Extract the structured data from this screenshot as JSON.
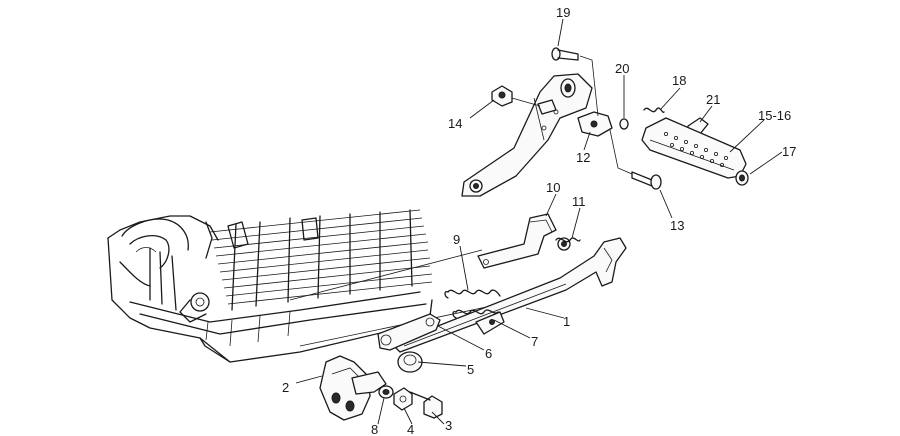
{
  "diagram": {
    "type": "exploded-parts-diagram",
    "callouts": [
      {
        "id": "1",
        "text": "1"
      },
      {
        "id": "2",
        "text": "2"
      },
      {
        "id": "3",
        "text": "3"
      },
      {
        "id": "4",
        "text": "4"
      },
      {
        "id": "5",
        "text": "5"
      },
      {
        "id": "6",
        "text": "6"
      },
      {
        "id": "7",
        "text": "7"
      },
      {
        "id": "8",
        "text": "8"
      },
      {
        "id": "9",
        "text": "9"
      },
      {
        "id": "10",
        "text": "10"
      },
      {
        "id": "11",
        "text": "11"
      },
      {
        "id": "12",
        "text": "12"
      },
      {
        "id": "13",
        "text": "13"
      },
      {
        "id": "14",
        "text": "14"
      },
      {
        "id": "15-16",
        "text": "15-16"
      },
      {
        "id": "17",
        "text": "17"
      },
      {
        "id": "18",
        "text": "18"
      },
      {
        "id": "19",
        "text": "19"
      },
      {
        "id": "20",
        "text": "20"
      },
      {
        "id": "21",
        "text": "21"
      }
    ]
  }
}
